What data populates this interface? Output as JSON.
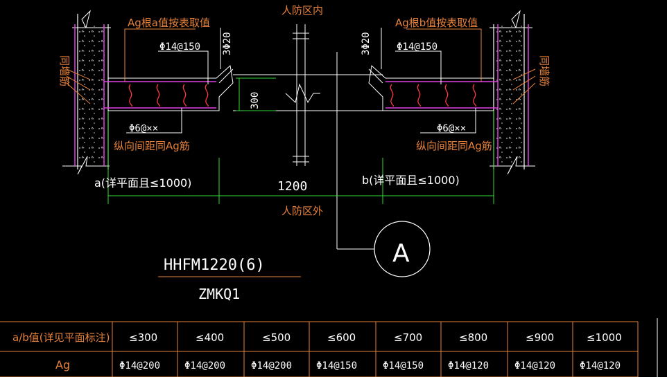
{
  "labels": {
    "inside_zone": "人防区内",
    "outside_zone": "人防区外",
    "left_top_note": "Ag根a值按表取值",
    "right_top_note": "Ag根b值按表取值",
    "rebar_top_left": "Φ14@150",
    "rebar_top_right": "Φ14@150",
    "bars_left": "3Φ20",
    "bars_right": "3Φ20",
    "height_dim": "300",
    "stirrup_left": "Φ6@××",
    "stirrup_right": "Φ6@××",
    "stirrup_note_left": "纵向间距同Ag筋",
    "stirrup_note_right": "纵向间距同Ag筋",
    "wall_note_left": "同墙筋",
    "wall_note_right": "同墙筋",
    "dim_left": "a(详平面且≤1000)",
    "dim_mid": "1200",
    "dim_right": "b(详平面且≤1000)",
    "section_marker": "A",
    "title": "HHFM1220(6)",
    "subtitle": "ZMKQ1"
  },
  "table": {
    "header_row_label": "a/b值(详见平面标注)",
    "value_row_label": "Ag",
    "columns": [
      "≤300",
      "≤400",
      "≤500",
      "≤600",
      "≤700",
      "≤800",
      "≤900",
      "≤1000"
    ],
    "values": [
      "Φ14@200",
      "Φ14@200",
      "Φ14@200",
      "Φ14@150",
      "Φ14@150",
      "Φ14@120",
      "Φ14@120",
      "Φ14@120"
    ]
  },
  "colors": {
    "background": "#000000",
    "orange": "#e8823a",
    "magenta": "#e040e0",
    "green": "#33dd33",
    "white": "#ffffff",
    "red": "#ff3b3b"
  }
}
